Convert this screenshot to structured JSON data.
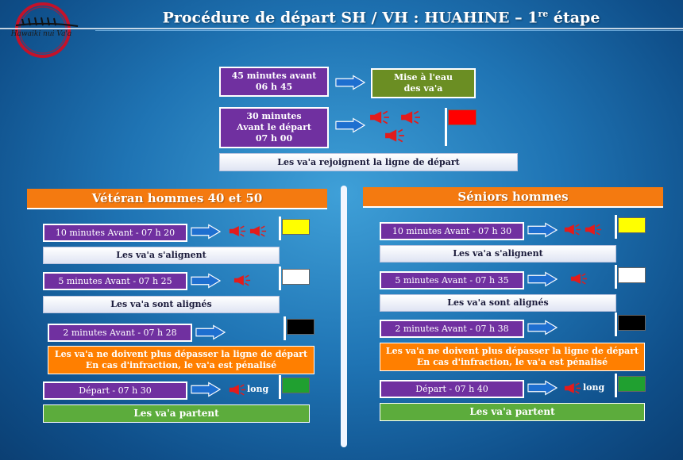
{
  "title": "Procédure de départ SH / VH : HUAHINE – 1",
  "title_sup": "re",
  "title_suffix": " étape",
  "logo_text": "Hawaiki nui Va'a",
  "icons": {
    "arrow": "right-arrow-icon",
    "horn": "air-horn-icon",
    "flag": "flag-icon"
  },
  "colors": {
    "purple": "#7030a0",
    "orange": "#ff7f00",
    "green": "#5cac3c",
    "red": "#ff0000",
    "yellow": "#ffff00",
    "white": "#ffffff",
    "black": "#000000"
  },
  "top": {
    "step1": {
      "line1": "45 minutes avant",
      "line2": "06 h 45"
    },
    "launch": {
      "line1": "Mise à l'eau",
      "line2": "des va'a"
    },
    "step2": {
      "line1": "30 minutes",
      "line2": "Avant le départ",
      "line3": "07 h 00"
    },
    "join_line": "Les va'a rejoignent la ligne de départ"
  },
  "left": {
    "header": "Vétéran hommes 40 et 50",
    "t10": "10 minutes Avant  - 07 h 20",
    "align": "Les va'a s'alignent",
    "t5": "5 minutes Avant  - 07 h 25",
    "aligned": "Les va'a sont alignés",
    "t2": "2 minutes Avant  - 07 h 28",
    "warn1": "Les va'a ne doivent plus dépasser la ligne de départ",
    "warn2": "En cas d'infraction, le va'a est pénalisé",
    "depart": "Départ  - 07 h 30",
    "long": "long",
    "leave": "Les va'a  partent"
  },
  "right": {
    "header": "Séniors hommes",
    "t10": "10 minutes Avant  - 07 h 30",
    "align": "Les va'a s'alignent",
    "t5": "5 minutes Avant  - 07 h 35",
    "aligned": "Les va'a sont alignés",
    "t2": "2 minutes Avant  - 07 h 38",
    "warn1": "Les va'a ne doivent plus dépasser la ligne de départ",
    "warn2": "En cas d'infraction, le va'a est pénalisé",
    "depart": "Départ  - 07 h 40",
    "long": "long",
    "leave": "Les va'a  partent"
  }
}
